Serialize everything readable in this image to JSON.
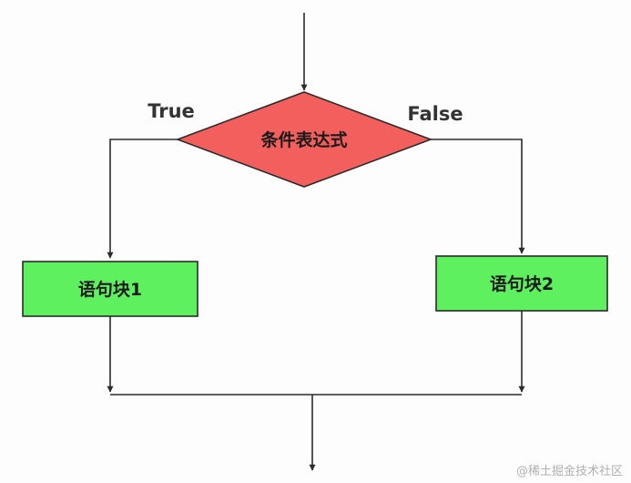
{
  "diagram": {
    "type": "flowchart",
    "condition": {
      "label": "条件表达式",
      "fill": "#f25f5c",
      "stroke": "#2b2b2b"
    },
    "branches": {
      "true_label": "True",
      "false_label": "False"
    },
    "blocks": [
      {
        "label": "语句块1",
        "fill": "#5ef05e",
        "stroke": "#2b2b2b"
      },
      {
        "label": "语句块2",
        "fill": "#5ef05e",
        "stroke": "#2b2b2b"
      }
    ],
    "line_color": "#2b2b2b"
  },
  "watermark": {
    "text": "@稀土掘金技术社区"
  }
}
